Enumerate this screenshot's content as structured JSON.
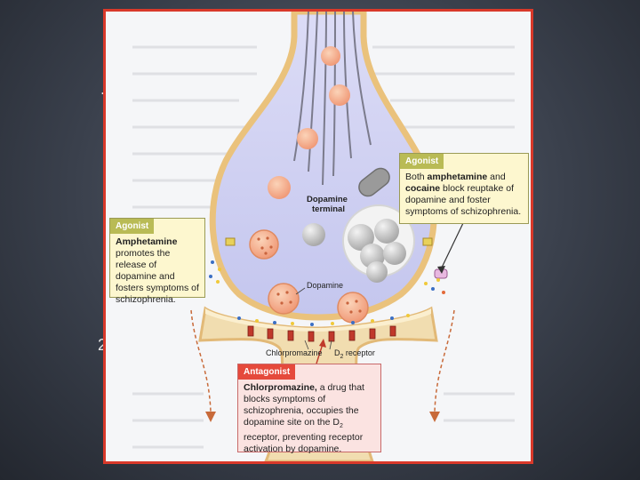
{
  "slide": {
    "left_mark": ".",
    "number": "2"
  },
  "colors": {
    "frame_border": "#d9392a",
    "agonist_header": "#b9bb55",
    "antagonist_header": "#e54a3c",
    "terminal_fill": "#ccccf0",
    "membrane": "#e8c98c"
  },
  "labels": {
    "terminal_line1": "Dopamine",
    "terminal_line2": "terminal",
    "dopamine": "Dopamine",
    "chlorpromazine": "Chlorpromazine",
    "d2_receptor": "D",
    "d2_sub": "2",
    "d2_suffix": " receptor"
  },
  "agonist_right": {
    "header": "Agonist",
    "t1": "Both ",
    "b1": "amphetamine",
    "t2": " and",
    "b2": "cocaine",
    "t3": " block reuptake of dopamine and foster symptoms of schizophrenia."
  },
  "agonist_left": {
    "header": "Agonist",
    "b1": "Amphetamine",
    "t1": "promotes the release of dopamine and fosters symptoms of schizophrenia."
  },
  "antagonist": {
    "header": "Antagonist",
    "b1": "Chlorpromazine,",
    "t1": " a drug that blocks symptoms of schizophrenia, occupies the dopamine site on the D",
    "sub": "2",
    "t2": " receptor, preventing receptor activation by dopamine."
  }
}
